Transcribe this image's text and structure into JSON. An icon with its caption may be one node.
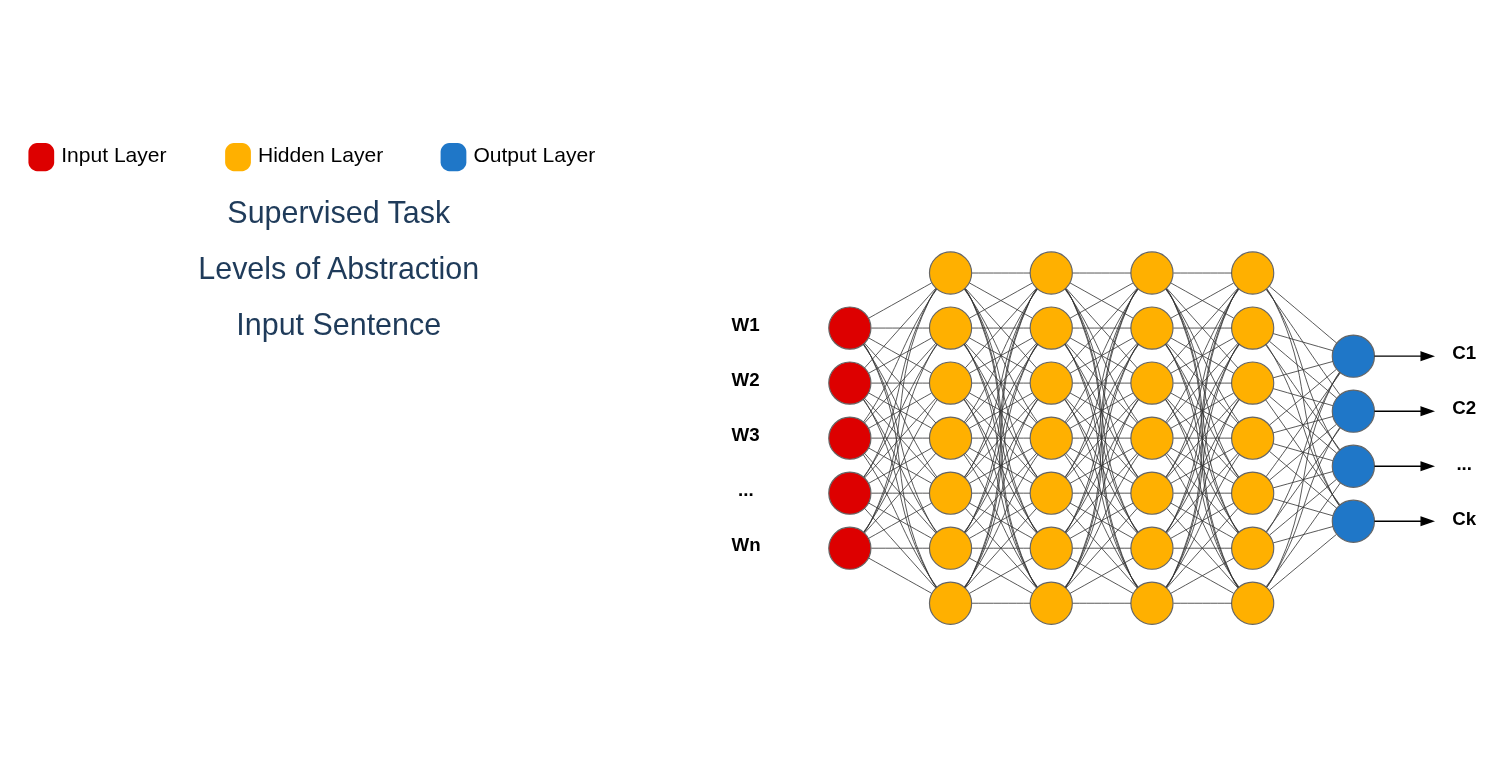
{
  "diagram": {
    "nodes": [
      {
        "text": [],
        "shape": "circle",
        "beside": [
          "W1"
        ]
      },
      {
        "text": [],
        "shape": "circle",
        "beside": [
          "W2"
        ]
      },
      {
        "text": [],
        "shape": "circle",
        "beside": [
          "W3"
        ]
      },
      {
        "text": [],
        "shape": "circle",
        "beside": [
          "..."
        ]
      },
      {
        "text": [],
        "shape": "circle",
        "beside": [
          "Wn"
        ]
      },
      {
        "text": [],
        "shape": "circle"
      },
      {
        "text": [],
        "shape": "circle"
      },
      {
        "text": [],
        "shape": "circle"
      },
      {
        "text": [],
        "shape": "circle"
      },
      {
        "text": [],
        "shape": "circle"
      },
      {
        "text": [],
        "shape": "circle"
      },
      {
        "text": [],
        "shape": "circle"
      },
      {
        "text": [],
        "shape": "circle"
      },
      {
        "text": [],
        "shape": "circle"
      },
      {
        "text": [],
        "shape": "circle"
      },
      {
        "text": [],
        "shape": "circle"
      },
      {
        "text": [],
        "shape": "circle"
      },
      {
        "text": [],
        "shape": "circle"
      },
      {
        "text": [],
        "shape": "circle"
      },
      {
        "text": [],
        "shape": "circle"
      },
      {
        "text": [],
        "shape": "circle"
      },
      {
        "text": [],
        "shape": "circle"
      },
      {
        "text": [],
        "shape": "circle"
      },
      {
        "text": [],
        "shape": "circle"
      },
      {
        "text": [],
        "shape": "circle"
      },
      {
        "text": [],
        "shape": "circle"
      },
      {
        "text": [],
        "shape": "circle"
      },
      {
        "text": [],
        "shape": "circle"
      },
      {
        "text": [],
        "shape": "circle"
      },
      {
        "text": [],
        "shape": "circle"
      },
      {
        "text": [],
        "shape": "circle"
      },
      {
        "text": [],
        "shape": "circle"
      },
      {
        "text": [],
        "shape": "circle"
      },
      {
        "text": [],
        "shape": "circle"
      },
      {
        "text": [],
        "shape": "circle"
      },
      {
        "text": [],
        "shape": "circle"
      },
      {
        "text": [],
        "shape": "circle"
      },
      {
        "text": [
          "C1"
        ]
      },
      {
        "text": [
          "C2"
        ]
      },
      {
        "text": [
          "..."
        ]
      },
      {
        "text": [
          "Ck"
        ]
      }
    ],
    "edges": [
      {
        "from": 0,
        "to": 5,
        "arrow": "none"
      },
      {
        "from": 0,
        "to": 6,
        "arrow": "none"
      },
      {
        "from": 0,
        "to": 7,
        "arrow": "none"
      },
      {
        "from": 0,
        "to": 8,
        "arrow": "none"
      },
      {
        "from": 0,
        "to": 9,
        "arrow": "none"
      },
      {
        "from": 0,
        "to": 10,
        "arrow": "none"
      },
      {
        "from": 0,
        "to": 11,
        "arrow": "none"
      },
      {
        "from": 1,
        "to": 5,
        "arrow": "none"
      },
      {
        "from": 1,
        "to": 6,
        "arrow": "none"
      },
      {
        "from": 1,
        "to": 7,
        "arrow": "none"
      },
      {
        "from": 1,
        "to": 8,
        "arrow": "none"
      },
      {
        "from": 1,
        "to": 9,
        "arrow": "none"
      },
      {
        "from": 1,
        "to": 10,
        "arrow": "none"
      },
      {
        "from": 1,
        "to": 11,
        "arrow": "none"
      },
      {
        "from": 2,
        "to": 5,
        "arrow": "none"
      },
      {
        "from": 2,
        "to": 6,
        "arrow": "none"
      },
      {
        "from": 2,
        "to": 7,
        "arrow": "none"
      },
      {
        "from": 2,
        "to": 8,
        "arrow": "none"
      },
      {
        "from": 2,
        "to": 9,
        "arrow": "none"
      },
      {
        "from": 2,
        "to": 10,
        "arrow": "none"
      },
      {
        "from": 2,
        "to": 11,
        "arrow": "none"
      },
      {
        "from": 3,
        "to": 5,
        "arrow": "none"
      },
      {
        "from": 3,
        "to": 6,
        "arrow": "none"
      },
      {
        "from": 3,
        "to": 7,
        "arrow": "none"
      },
      {
        "from": 3,
        "to": 8,
        "arrow": "none"
      },
      {
        "from": 3,
        "to": 9,
        "arrow": "none"
      },
      {
        "from": 3,
        "to": 10,
        "arrow": "none"
      },
      {
        "from": 3,
        "to": 11,
        "arrow": "none"
      },
      {
        "from": 4,
        "to": 5,
        "arrow": "none"
      },
      {
        "from": 4,
        "to": 6,
        "arrow": "none"
      },
      {
        "from": 4,
        "to": 7,
        "arrow": "none"
      },
      {
        "from": 4,
        "to": 8,
        "arrow": "none"
      },
      {
        "from": 4,
        "to": 9,
        "arrow": "none"
      },
      {
        "from": 4,
        "to": 10,
        "arrow": "none"
      },
      {
        "from": 4,
        "to": 11,
        "arrow": "none"
      },
      {
        "from": 5,
        "to": 12,
        "arrow": "none"
      },
      {
        "from": 5,
        "to": 13,
        "arrow": "none"
      },
      {
        "from": 5,
        "to": 14,
        "arrow": "none"
      },
      {
        "from": 5,
        "to": 15,
        "arrow": "none"
      },
      {
        "from": 5,
        "to": 16,
        "arrow": "none"
      },
      {
        "from": 5,
        "to": 17,
        "arrow": "none"
      },
      {
        "from": 5,
        "to": 18,
        "arrow": "none"
      },
      {
        "from": 6,
        "to": 12,
        "arrow": "none"
      },
      {
        "from": 6,
        "to": 13,
        "arrow": "none"
      },
      {
        "from": 6,
        "to": 14,
        "arrow": "none"
      },
      {
        "from": 6,
        "to": 15,
        "arrow": "none"
      },
      {
        "from": 6,
        "to": 16,
        "arrow": "none"
      },
      {
        "from": 6,
        "to": 17,
        "arrow": "none"
      },
      {
        "from": 6,
        "to": 18,
        "arrow": "none"
      },
      {
        "from": 7,
        "to": 12,
        "arrow": "none"
      },
      {
        "from": 7,
        "to": 13,
        "arrow": "none"
      },
      {
        "from": 7,
        "to": 14,
        "arrow": "none"
      },
      {
        "from": 7,
        "to": 15,
        "arrow": "none"
      },
      {
        "from": 7,
        "to": 16,
        "arrow": "none"
      },
      {
        "from": 7,
        "to": 17,
        "arrow": "none"
      },
      {
        "from": 7,
        "to": 18,
        "arrow": "none"
      },
      {
        "from": 8,
        "to": 12,
        "arrow": "none"
      },
      {
        "from": 8,
        "to": 13,
        "arrow": "none"
      },
      {
        "from": 8,
        "to": 14,
        "arrow": "none"
      },
      {
        "from": 8,
        "to": 15,
        "arrow": "none"
      },
      {
        "from": 8,
        "to": 16,
        "arrow": "none"
      },
      {
        "from": 8,
        "to": 17,
        "arrow": "none"
      },
      {
        "from": 8,
        "to": 18,
        "arrow": "none"
      },
      {
        "from": 9,
        "to": 12,
        "arrow": "none"
      },
      {
        "from": 9,
        "to": 13,
        "arrow": "none"
      },
      {
        "from": 9,
        "to": 14,
        "arrow": "none"
      },
      {
        "from": 9,
        "to": 15,
        "arrow": "none"
      },
      {
        "from": 9,
        "to": 16,
        "arrow": "none"
      },
      {
        "from": 9,
        "to": 17,
        "arrow": "none"
      },
      {
        "from": 9,
        "to": 18,
        "arrow": "none"
      },
      {
        "from": 10,
        "to": 12,
        "arrow": "none"
      },
      {
        "from": 10,
        "to": 13,
        "arrow": "none"
      },
      {
        "from": 10,
        "to": 14,
        "arrow": "none"
      },
      {
        "from": 10,
        "to": 15,
        "arrow": "none"
      },
      {
        "from": 10,
        "to": 16,
        "arrow": "none"
      },
      {
        "from": 10,
        "to": 17,
        "arrow": "none"
      },
      {
        "from": 10,
        "to": 18,
        "arrow": "none"
      },
      {
        "from": 11,
        "to": 12,
        "arrow": "none"
      },
      {
        "from": 11,
        "to": 13,
        "arrow": "none"
      },
      {
        "from": 11,
        "to": 14,
        "arrow": "none"
      },
      {
        "from": 11,
        "to": 15,
        "arrow": "none"
      },
      {
        "from": 11,
        "to": 16,
        "arrow": "none"
      },
      {
        "from": 11,
        "to": 17,
        "arrow": "none"
      },
      {
        "from": 11,
        "to": 18,
        "arrow": "none"
      },
      {
        "from": 12,
        "to": 19,
        "arrow": "none"
      },
      {
        "from": 12,
        "to": 20,
        "arrow": "none"
      },
      {
        "from": 12,
        "to": 21,
        "arrow": "none"
      },
      {
        "from": 12,
        "to": 22,
        "arrow": "none"
      },
      {
        "from": 12,
        "to": 23,
        "arrow": "none"
      },
      {
        "from": 12,
        "to": 24,
        "arrow": "none"
      },
      {
        "from": 12,
        "to": 25,
        "arrow": "none"
      },
      {
        "from": 13,
        "to": 19,
        "arrow": "none"
      },
      {
        "from": 13,
        "to": 20,
        "arrow": "none"
      },
      {
        "from": 13,
        "to": 21,
        "arrow": "none"
      },
      {
        "from": 13,
        "to": 22,
        "arrow": "none"
      },
      {
        "from": 13,
        "to": 23,
        "arrow": "none"
      },
      {
        "from": 13,
        "to": 24,
        "arrow": "none"
      },
      {
        "from": 13,
        "to": 25,
        "arrow": "none"
      },
      {
        "from": 14,
        "to": 19,
        "arrow": "none"
      },
      {
        "from": 14,
        "to": 20,
        "arrow": "none"
      },
      {
        "from": 14,
        "to": 21,
        "arrow": "none"
      },
      {
        "from": 14,
        "to": 22,
        "arrow": "none"
      },
      {
        "from": 14,
        "to": 23,
        "arrow": "none"
      },
      {
        "from": 14,
        "to": 24,
        "arrow": "none"
      },
      {
        "from": 14,
        "to": 25,
        "arrow": "none"
      },
      {
        "from": 15,
        "to": 19,
        "arrow": "none"
      },
      {
        "from": 15,
        "to": 20,
        "arrow": "none"
      },
      {
        "from": 15,
        "to": 21,
        "arrow": "none"
      },
      {
        "from": 15,
        "to": 22,
        "arrow": "none"
      },
      {
        "from": 15,
        "to": 23,
        "arrow": "none"
      },
      {
        "from": 15,
        "to": 24,
        "arrow": "none"
      },
      {
        "from": 15,
        "to": 25,
        "arrow": "none"
      },
      {
        "from": 16,
        "to": 19,
        "arrow": "none"
      },
      {
        "from": 16,
        "to": 20,
        "arrow": "none"
      },
      {
        "from": 16,
        "to": 21,
        "arrow": "none"
      },
      {
        "from": 16,
        "to": 22,
        "arrow": "none"
      },
      {
        "from": 16,
        "to": 23,
        "arrow": "none"
      },
      {
        "from": 16,
        "to": 24,
        "arrow": "none"
      },
      {
        "from": 16,
        "to": 25,
        "arrow": "none"
      },
      {
        "from": 17,
        "to": 19,
        "arrow": "none"
      },
      {
        "from": 17,
        "to": 20,
        "arrow": "none"
      },
      {
        "from": 17,
        "to": 21,
        "arrow": "none"
      },
      {
        "from": 17,
        "to": 22,
        "arrow": "none"
      },
      {
        "from": 17,
        "to": 23,
        "arrow": "none"
      },
      {
        "from": 17,
        "to": 24,
        "arrow": "none"
      },
      {
        "from": 17,
        "to": 25,
        "arrow": "none"
      },
      {
        "from": 18,
        "to": 19,
        "arrow": "none"
      },
      {
        "from": 18,
        "to": 20,
        "arrow": "none"
      },
      {
        "from": 18,
        "to": 21,
        "arrow": "none"
      },
      {
        "from": 18,
        "to": 22,
        "arrow": "none"
      },
      {
        "from": 18,
        "to": 23,
        "arrow": "none"
      },
      {
        "from": 18,
        "to": 24,
        "arrow": "none"
      },
      {
        "from": 18,
        "to": 25,
        "arrow": "none"
      },
      {
        "from": 19,
        "to": 26,
        "arrow": "none"
      },
      {
        "from": 19,
        "to": 27,
        "arrow": "none"
      },
      {
        "from": 19,
        "to": 28,
        "arrow": "none"
      },
      {
        "from": 19,
        "to": 29,
        "arrow": "none"
      },
      {
        "from": 19,
        "to": 30,
        "arrow": "none"
      },
      {
        "from": 19,
        "to": 31,
        "arrow": "none"
      },
      {
        "from": 19,
        "to": 32,
        "arrow": "none"
      },
      {
        "from": 20,
        "to": 26,
        "arrow": "none"
      },
      {
        "from": 20,
        "to": 27,
        "arrow": "none"
      },
      {
        "from": 20,
        "to": 28,
        "arrow": "none"
      },
      {
        "from": 20,
        "to": 29,
        "arrow": "none"
      },
      {
        "from": 20,
        "to": 30,
        "arrow": "none"
      },
      {
        "from": 20,
        "to": 31,
        "arrow": "none"
      },
      {
        "from": 20,
        "to": 32,
        "arrow": "none"
      },
      {
        "from": 21,
        "to": 26,
        "arrow": "none"
      },
      {
        "from": 21,
        "to": 27,
        "arrow": "none"
      },
      {
        "from": 21,
        "to": 28,
        "arrow": "none"
      },
      {
        "from": 21,
        "to": 29,
        "arrow": "none"
      },
      {
        "from": 21,
        "to": 30,
        "arrow": "none"
      },
      {
        "from": 21,
        "to": 31,
        "arrow": "none"
      },
      {
        "from": 21,
        "to": 32,
        "arrow": "none"
      },
      {
        "from": 22,
        "to": 26,
        "arrow": "none"
      },
      {
        "from": 22,
        "to": 27,
        "arrow": "none"
      },
      {
        "from": 22,
        "to": 28,
        "arrow": "none"
      },
      {
        "from": 22,
        "to": 29,
        "arrow": "none"
      },
      {
        "from": 22,
        "to": 30,
        "arrow": "none"
      },
      {
        "from": 22,
        "to": 31,
        "arrow": "none"
      },
      {
        "from": 22,
        "to": 32,
        "arrow": "none"
      },
      {
        "from": 23,
        "to": 26,
        "arrow": "none"
      },
      {
        "from": 23,
        "to": 27,
        "arrow": "none"
      },
      {
        "from": 23,
        "to": 28,
        "arrow": "none"
      },
      {
        "from": 23,
        "to": 29,
        "arrow": "none"
      },
      {
        "from": 23,
        "to": 30,
        "arrow": "none"
      },
      {
        "from": 23,
        "to": 31,
        "arrow": "none"
      },
      {
        "from": 23,
        "to": 32,
        "arrow": "none"
      },
      {
        "from": 24,
        "to": 26,
        "arrow": "none"
      },
      {
        "from": 24,
        "to": 27,
        "arrow": "none"
      },
      {
        "from": 24,
        "to": 28,
        "arrow": "none"
      },
      {
        "from": 24,
        "to": 29,
        "arrow": "none"
      },
      {
        "from": 24,
        "to": 30,
        "arrow": "none"
      },
      {
        "from": 24,
        "to": 31,
        "arrow": "none"
      },
      {
        "from": 24,
        "to": 32,
        "arrow": "none"
      },
      {
        "from": 25,
        "to": 26,
        "arrow": "none"
      },
      {
        "from": 25,
        "to": 27,
        "arrow": "none"
      },
      {
        "from": 25,
        "to": 28,
        "arrow": "none"
      },
      {
        "from": 25,
        "to": 29,
        "arrow": "none"
      },
      {
        "from": 25,
        "to": 30,
        "arrow": "none"
      },
      {
        "from": 25,
        "to": 31,
        "arrow": "none"
      },
      {
        "from": 25,
        "to": 32,
        "arrow": "none"
      },
      {
        "from": 26,
        "to": 33,
        "arrow": "none"
      },
      {
        "from": 26,
        "to": 34,
        "arrow": "none"
      },
      {
        "from": 26,
        "to": 35,
        "arrow": "none"
      },
      {
        "from": 26,
        "to": 36,
        "arrow": "none"
      },
      {
        "from": 27,
        "to": 33,
        "arrow": "none"
      },
      {
        "from": 27,
        "to": 34,
        "arrow": "none"
      },
      {
        "from": 27,
        "to": 35,
        "arrow": "none"
      },
      {
        "from": 27,
        "to": 36,
        "arrow": "none"
      },
      {
        "from": 28,
        "to": 33,
        "arrow": "none"
      },
      {
        "from": 28,
        "to": 34,
        "arrow": "none"
      },
      {
        "from": 28,
        "to": 35,
        "arrow": "none"
      },
      {
        "from": 28,
        "to": 36,
        "arrow": "none"
      },
      {
        "from": 29,
        "to": 33,
        "arrow": "none"
      },
      {
        "from": 29,
        "to": 34,
        "arrow": "none"
      },
      {
        "from": 29,
        "to": 35,
        "arrow": "none"
      },
      {
        "from": 29,
        "to": 36,
        "arrow": "none"
      },
      {
        "from": 30,
        "to": 33,
        "arrow": "none"
      },
      {
        "from": 30,
        "to": 34,
        "arrow": "none"
      },
      {
        "from": 30,
        "to": 35,
        "arrow": "none"
      },
      {
        "from": 30,
        "to": 36,
        "arrow": "none"
      },
      {
        "from": 31,
        "to": 33,
        "arrow": "none"
      },
      {
        "from": 31,
        "to": 34,
        "arrow": "none"
      },
      {
        "from": 31,
        "to": 35,
        "arrow": "none"
      },
      {
        "from": 31,
        "to": 36,
        "arrow": "none"
      },
      {
        "from": 32,
        "to": 33,
        "arrow": "none"
      },
      {
        "from": 32,
        "to": 34,
        "arrow": "none"
      },
      {
        "from": 32,
        "to": 35,
        "arrow": "none"
      },
      {
        "from": 32,
        "to": 36,
        "arrow": "none"
      },
      {
        "from": 33,
        "to": 37,
        "arrow": "to"
      },
      {
        "from": 34,
        "to": 38,
        "arrow": "to"
      },
      {
        "from": 35,
        "to": 39,
        "arrow": "to"
      },
      {
        "from": 36,
        "to": 40,
        "arrow": "to"
      }
    ],
    "labels": [
      "Levels of Abstraction",
      "Input Sentence",
      "Supervised Task"
    ],
    "legend": [
      {
        "text": "Input Layer",
        "color": "#dd0000"
      },
      {
        "text": "Hidden Layer",
        "color": "#ffb000"
      },
      {
        "text": "Output Layer",
        "color": "#1f77c8"
      }
    ]
  }
}
